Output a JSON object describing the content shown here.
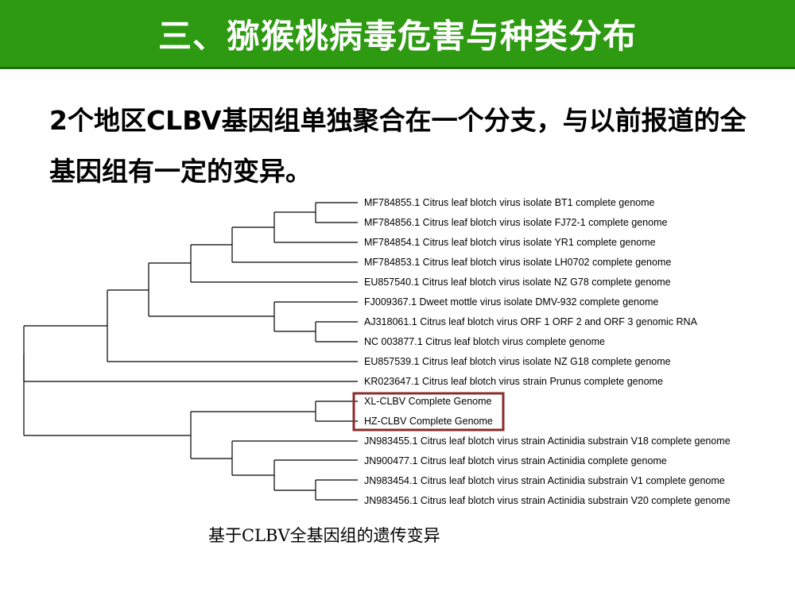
{
  "title": "三、猕猴桃病毒危害与种类分布",
  "heading": {
    "line1": "2个地区CLBV基因组单独聚合在一个分支，与以前报道的全",
    "line2": "基因组有一定的变异。"
  },
  "tree": {
    "leaves": [
      "MF784855.1 Citrus leaf blotch virus isolate BT1 complete genome",
      "MF784856.1 Citrus leaf blotch virus isolate FJ72-1 complete genome",
      "MF784854.1 Citrus leaf blotch virus isolate YR1 complete genome",
      "MF784853.1 Citrus leaf blotch virus isolate LH0702 complete genome",
      "EU857540.1 Citrus leaf blotch virus isolate NZ G78 complete genome",
      "FJ009367.1 Dweet mottle virus isolate DMV-932 complete genome",
      "AJ318061.1 Citrus leaf blotch virus ORF 1 ORF 2 and ORF 3 genomic RNA",
      "NC 003877.1 Citrus leaf blotch virus complete genome",
      "EU857539.1 Citrus leaf blotch virus isolate NZ G18 complete genome",
      "KR023647.1 Citrus leaf blotch virus strain Prunus complete genome",
      "XL-CLBV Complete Genome",
      "HZ-CLBV Complete Genome",
      "JN983455.1 Citrus leaf blotch virus strain Actinidia substrain V18 complete genome",
      "JN900477.1 Citrus leaf blotch virus strain Actinidia complete genome",
      "JN983454.1 Citrus leaf blotch virus strain Actinidia substrain V1 complete genome",
      "JN983456.1 Citrus leaf blotch virus strain Actinidia substrain V20 complete genome"
    ],
    "highlight_color": "#8b2b2b"
  },
  "caption": "基于CLBV全基因组的遗传变异",
  "colors": {
    "title_bar": "#2e9a12",
    "title_text": "#ffffff"
  }
}
